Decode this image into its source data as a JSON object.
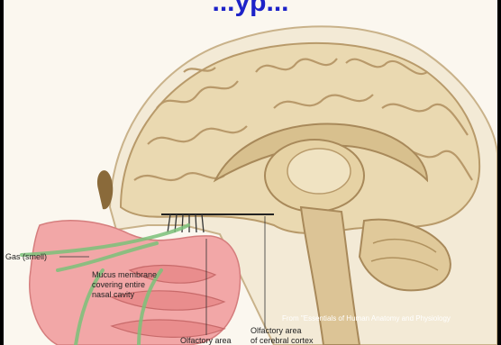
{
  "title": "...yp...",
  "labels": {
    "gas": "Gas (smell)",
    "mucus_line1": "Mucus membrane",
    "mucus_line2": "covering entire",
    "mucus_line3": "nasal cavity",
    "olfactory_area": "Olfactory area",
    "olfactory_cortex_line1": "Olfactory area",
    "olfactory_cortex_line2": "of cerebral cortex"
  },
  "credit": "From \"Essentials of Human Anatomy and Physiology",
  "colors": {
    "frame": "#000000",
    "title": "#1d22c8",
    "brain": "#ead9b1",
    "brain_shadow": "#b89a6a",
    "nasal": "#f2a7a7",
    "gas_stream": "#7cc27a"
  }
}
